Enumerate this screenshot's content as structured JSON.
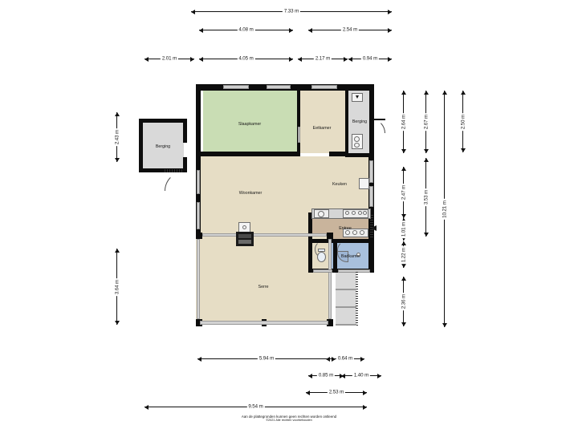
{
  "document": {
    "type": "floor-plan",
    "language": "nl",
    "units": "m"
  },
  "rooms": [
    {
      "key": "slaapkamer",
      "label": "Slaapkamer",
      "color": "#c9ddb4"
    },
    {
      "key": "eetkamer",
      "label": "Eetkamer",
      "color": "#e6ddc5"
    },
    {
      "key": "berging_r",
      "label": "Berging",
      "color": "#d9d9d9"
    },
    {
      "key": "berging_l",
      "label": "Berging",
      "color": "#d9d9d9"
    },
    {
      "key": "woonkamer",
      "label": "Woonkamer",
      "color": "#e6ddc5"
    },
    {
      "key": "keuken",
      "label": "Keuken",
      "color": "#e6ddc5"
    },
    {
      "key": "entree",
      "label": "Entree",
      "color": "#c9b49c"
    },
    {
      "key": "badkamer",
      "label": "Badkamer",
      "color": "#a8c0dd"
    },
    {
      "key": "serre",
      "label": "Serre",
      "color": "#e6ddc5"
    }
  ],
  "dimensions": {
    "top": [
      {
        "id": "t1",
        "value": "7.33 m"
      },
      {
        "id": "t2",
        "value": "4.08 m"
      },
      {
        "id": "t3",
        "value": "2.54 m"
      },
      {
        "id": "t4",
        "value": "2.01 m"
      },
      {
        "id": "t5",
        "value": "4.05 m"
      },
      {
        "id": "t6",
        "value": "2.17 m"
      },
      {
        "id": "t7",
        "value": "0.94 m"
      }
    ],
    "bottom": [
      {
        "id": "b1",
        "value": "5.94 m"
      },
      {
        "id": "b2",
        "value": "0.64 m"
      },
      {
        "id": "b3",
        "value": "0.85 m"
      },
      {
        "id": "b4",
        "value": "1.40 m"
      },
      {
        "id": "b5",
        "value": "2.53 m"
      },
      {
        "id": "b6",
        "value": "9.54 m"
      }
    ],
    "left": [
      {
        "id": "l1",
        "value": "2.43 m"
      },
      {
        "id": "l2",
        "value": "3.64 m"
      }
    ],
    "right": [
      {
        "id": "r1",
        "value": "2.64 m"
      },
      {
        "id": "r2",
        "value": "2.47 m"
      },
      {
        "id": "r3",
        "value": "1.01 m"
      },
      {
        "id": "r4",
        "value": "1.22 m"
      },
      {
        "id": "r5",
        "value": "2.36 m"
      },
      {
        "id": "r6",
        "value": "2.67 m"
      },
      {
        "id": "r7",
        "value": "3.53 m"
      },
      {
        "id": "r8",
        "value": "10.21 m"
      },
      {
        "id": "r9",
        "value": "2.50 m"
      }
    ]
  },
  "footer": {
    "line1": "Aan de plattegronden kunnen geen rechten worden ontleend",
    "line2": "©2021 Alle rechten voorbehouden"
  }
}
